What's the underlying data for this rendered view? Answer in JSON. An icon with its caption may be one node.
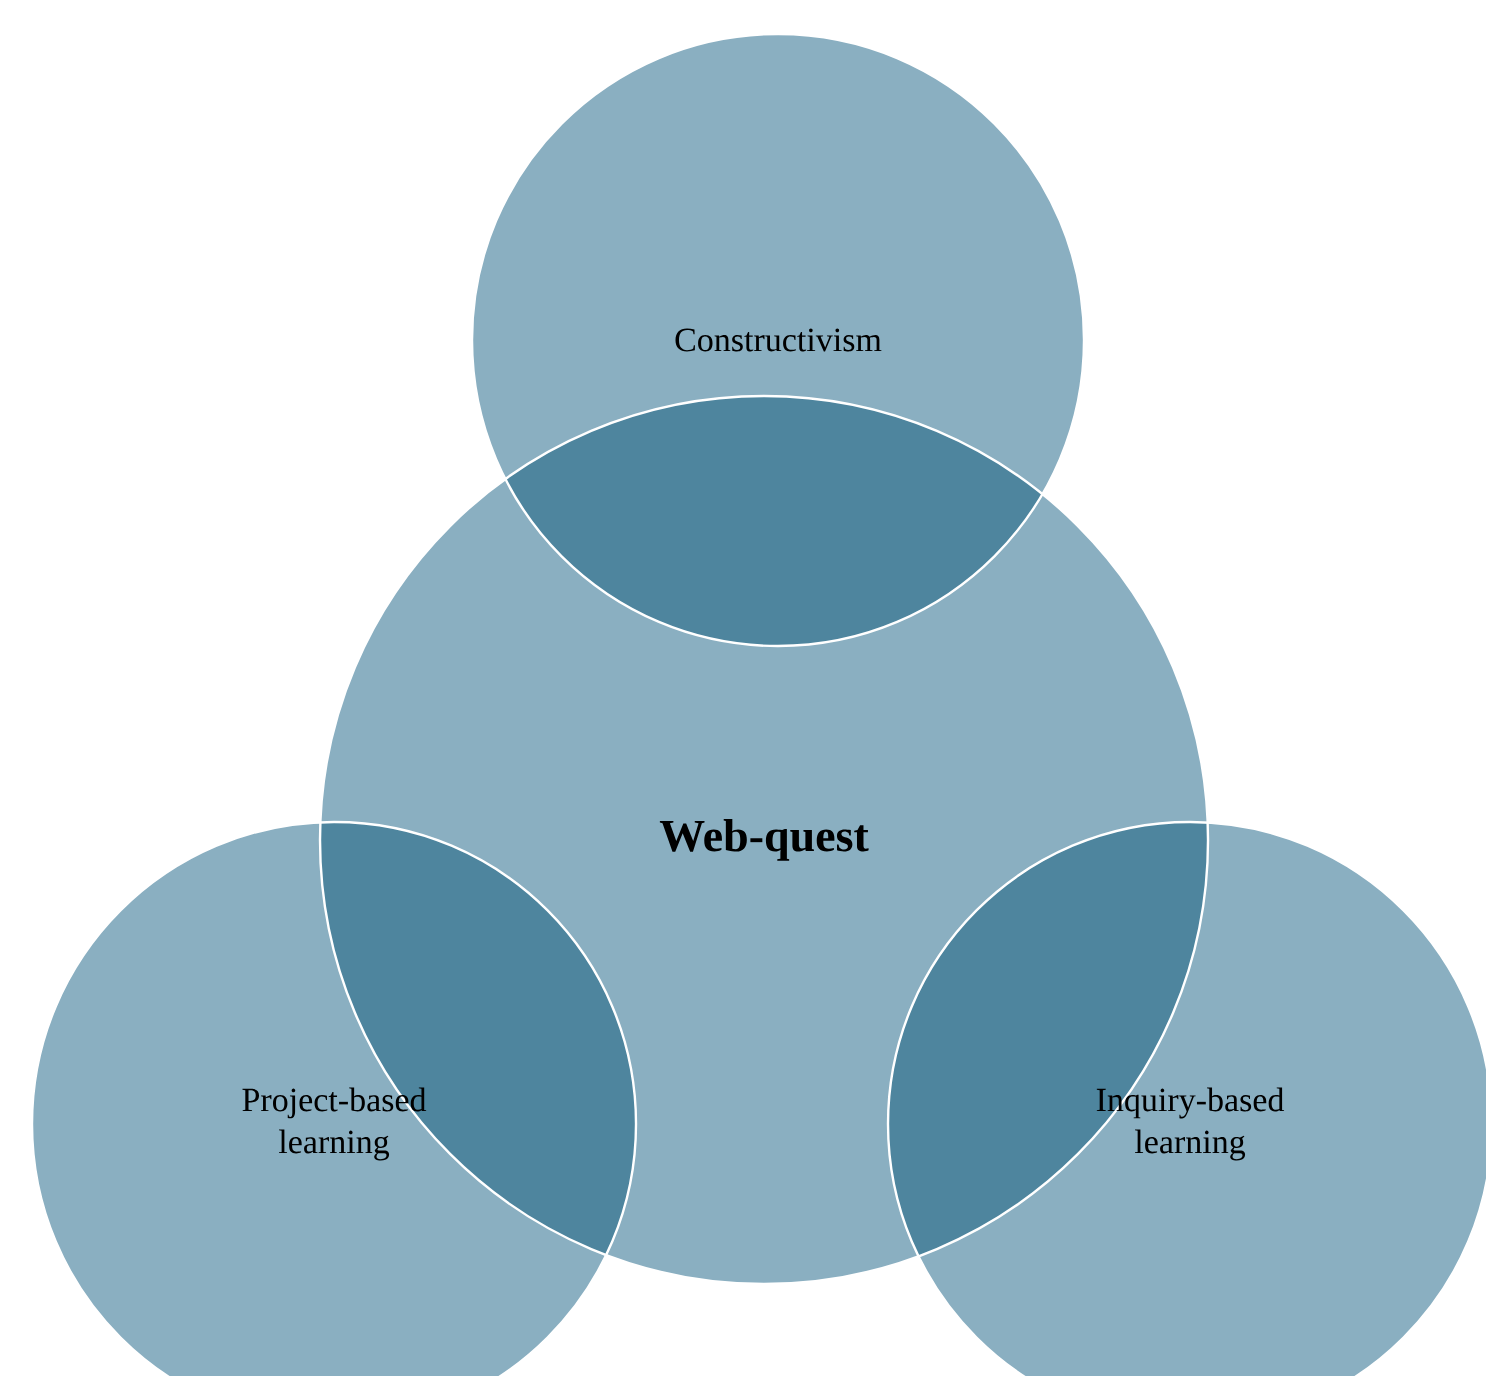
{
  "diagram": {
    "nodes": [
      {
        "text": [
          "Constructivism"
        ]
      },
      {
        "text": [
          "Web-quest"
        ]
      },
      {
        "text": [
          "Project-based learning"
        ]
      },
      {
        "text": [
          "Inquiry-based learning"
        ]
      }
    ]
  }
}
